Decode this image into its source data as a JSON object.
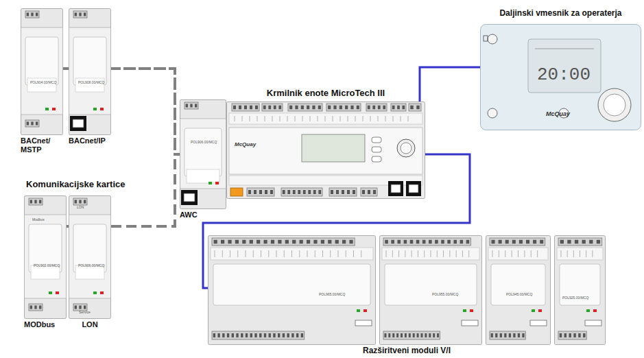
{
  "diagram": {
    "nodes": [
      {
        "text": [
          "BACnet/ MSTP"
        ]
      },
      {
        "text": [
          "BACnet/IP"
        ]
      },
      {
        "text": [
          "MODbus"
        ]
      },
      {
        "text": [
          "LON"
        ]
      },
      {
        "text": [
          "AWC"
        ]
      },
      {
        "text": [
          "Krmilnik enote MicroTech III",
          "McQuay"
        ]
      },
      {
        "text": [
          "Daljinski vmesnik za operaterja",
          "20:00",
          "McQuay"
        ]
      },
      {
        "text": [
          "Razširitveni moduli V/I"
        ]
      }
    ],
    "edges": [
      {
        "from": 0,
        "to": 4,
        "arrow": "none"
      },
      {
        "from": 1,
        "to": 4,
        "arrow": "none"
      },
      {
        "from": 2,
        "to": 4,
        "arrow": "none"
      },
      {
        "from": 3,
        "to": 4,
        "arrow": "none"
      },
      {
        "from": 5,
        "to": 6,
        "arrow": "none"
      },
      {
        "from": 5,
        "to": 7,
        "arrow": "none"
      }
    ],
    "labels": [
      "Komunikacijske kartice",
      "POL904.00/MCQ",
      "POL908.00/MCQ",
      "POL902.00/MCQ",
      "POL906.00/MCQ",
      "POL906.00/MCQ",
      "POL965.00/MCQ",
      "POL955.00/MCQ",
      "POL945.00/MCQ",
      "POL925.00/MCQ",
      "Modbus",
      "LON",
      "Service"
    ]
  }
}
